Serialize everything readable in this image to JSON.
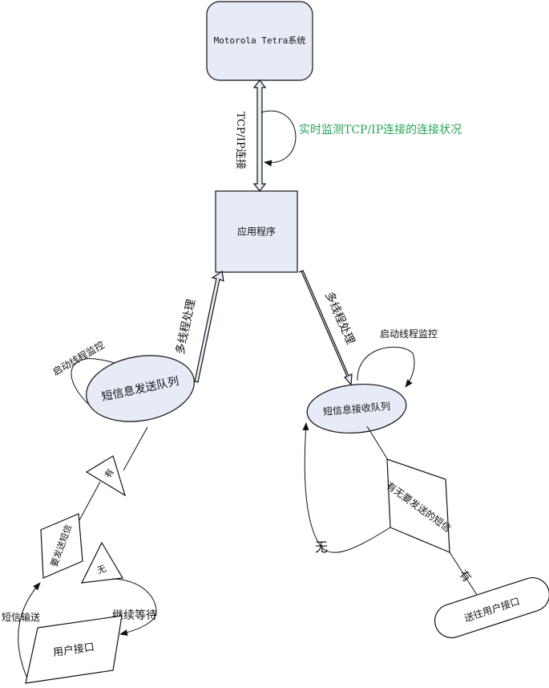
{
  "nodes": {
    "tetra_system": "Motorola Tetra系统",
    "app": "应用程序",
    "send_queue": "短信息发送队列",
    "recv_queue": "短信息接收队列",
    "user_interface": "用户接口",
    "to_user": "送往用户接口",
    "has_send": "有",
    "want_send": "要发送短信",
    "none_tri": "无",
    "has_msg": "有无要发送的短信"
  },
  "labels": {
    "tcpip": "TCP/IP连接",
    "monitor": "实时监测TCP/IP连接的连接状况",
    "mt_left": "多线程处理",
    "mt_right": "多线程处理",
    "thread_left": "启动线程监控",
    "thread_right": "启动线程监控",
    "sms_send": "短信输送",
    "wait": "继续等待",
    "none": "无",
    "yes": "有"
  },
  "colors": {
    "node_fill": "#e6ebf7",
    "monitor_text": "#2aa35a"
  }
}
